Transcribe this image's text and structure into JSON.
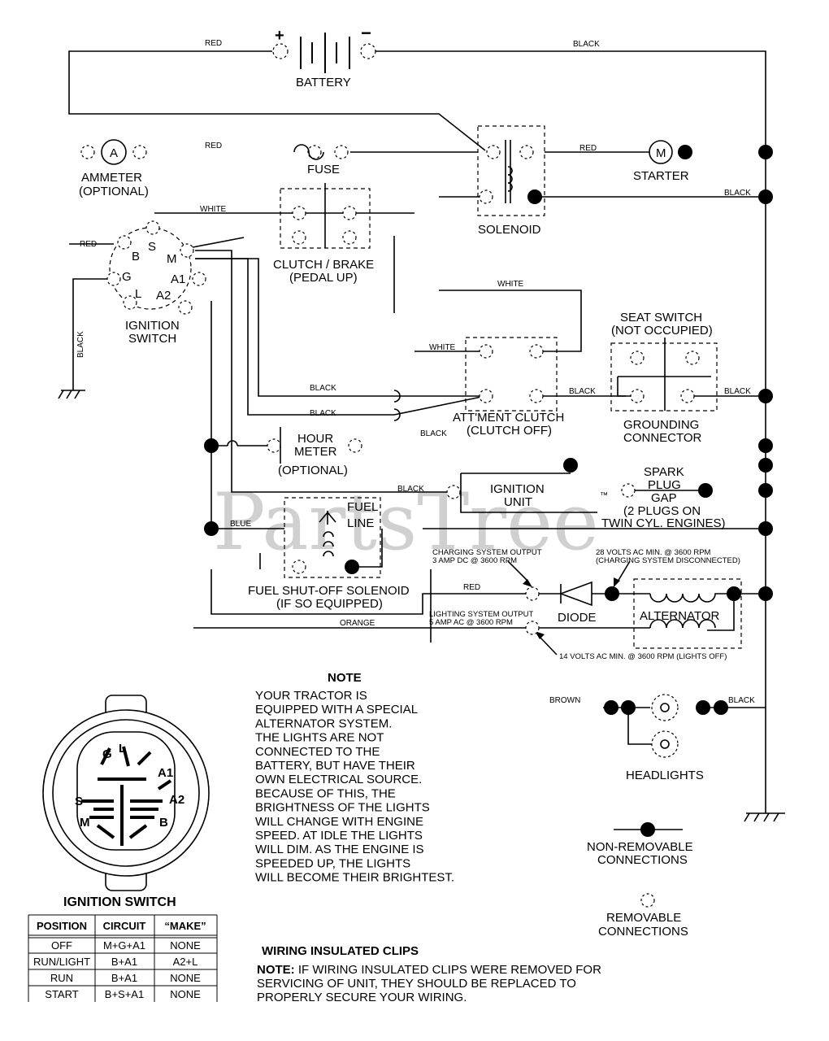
{
  "watermark": {
    "text": "PartsTree",
    "tm": "™"
  },
  "wire_labels": {
    "red_top": "RED",
    "black_top": "BLACK",
    "red_ammeter": "RED",
    "red_solenoid": "RED",
    "black_solenoid": "BLACK",
    "white_ign": "WHITE",
    "red_ign": "RED",
    "black_ground": "BLACK",
    "white_mid": "WHITE",
    "white_clutch": "WHITE",
    "black_1": "BLACK",
    "black_2": "BLACK",
    "black_3": "BLACK",
    "black_seat_l": "BLACK",
    "black_seat_r": "BLACK",
    "black_ign_unit": "BLACK",
    "blue": "BLUE",
    "red_diode": "RED",
    "orange": "ORANGE",
    "brown": "BROWN",
    "black_head": "BLACK"
  },
  "components": {
    "battery": {
      "label": "BATTERY",
      "plus": "+",
      "minus": "−"
    },
    "ammeter": {
      "symbol": "A",
      "label": "AMMETER",
      "sub": "(OPTIONAL)"
    },
    "fuse": {
      "label": "FUSE"
    },
    "solenoid": {
      "label": "SOLENOID"
    },
    "starter": {
      "symbol": "M",
      "label": "STARTER"
    },
    "ignition_switch": {
      "label1": "IGNITION",
      "label2": "SWITCH",
      "terminals": [
        "S",
        "B",
        "M",
        "G",
        "L",
        "A1",
        "A2"
      ]
    },
    "clutch_brake": {
      "label1": "CLUTCH / BRAKE",
      "label2": "(PEDAL UP)"
    },
    "seat_switch": {
      "label1": "SEAT SWITCH",
      "label2": "(NOT OCCUPIED)"
    },
    "attachment_clutch": {
      "label1": "ATT'MENT CLUTCH",
      "label2": "(CLUTCH OFF)"
    },
    "grounding_connector": {
      "label1": "GROUNDING",
      "label2": "CONNECTOR"
    },
    "hour_meter": {
      "label1": "HOUR",
      "label2": "METER",
      "label3": "(OPTIONAL)"
    },
    "ignition_unit": {
      "label1": "IGNITION",
      "label2": "UNIT"
    },
    "spark_plug": {
      "label1": "SPARK",
      "label2": "PLUG",
      "label3": "GAP",
      "label4": "(2 PLUGS ON",
      "label5": "TWIN CYL. ENGINES)"
    },
    "fuel_solenoid": {
      "line1": "FUEL",
      "line2": "LINE",
      "label1": "FUEL SHUT-OFF SOLENOID",
      "label2": "(IF SO EQUIPPED)"
    },
    "diode": {
      "label": "DIODE"
    },
    "alternator": {
      "label": "ALTERNATOR"
    },
    "headlights": {
      "label": "HEADLIGHTS"
    }
  },
  "annotations": {
    "charging1": "CHARGING SYSTEM OUTPUT",
    "charging2": "3 AMP DC @ 3600 RPM",
    "volts28_1": "28 VOLTS AC MIN. @ 3600 RPM",
    "volts28_2": "(CHARGING SYSTEM DISCONNECTED)",
    "lighting1": "LIGHTING SYSTEM OUTPUT",
    "lighting2": "5 AMP AC @ 3600 RPM",
    "volts14": "14 VOLTS AC MIN. @ 3600 RPM (LIGHTS OFF)"
  },
  "note": {
    "title": "NOTE",
    "lines": [
      "YOUR TRACTOR IS",
      "EQUIPPED WITH A SPECIAL",
      "ALTERNATOR SYSTEM.",
      "THE LIGHTS ARE NOT",
      "CONNECTED TO THE",
      "BATTERY, BUT HAVE THEIR",
      "OWN ELECTRICAL SOURCE.",
      "BECAUSE OF THIS, THE",
      "BRIGHTNESS OF THE LIGHTS",
      "WILL CHANGE WITH ENGINE",
      "SPEED.  AT IDLE THE LIGHTS",
      "WILL DIM.  AS THE ENGINE IS",
      "SPEEDED UP, THE LIGHTS",
      "WILL BECOME THEIR BRIGHTEST."
    ]
  },
  "legend": {
    "non_removable1": "NON-REMOVABLE",
    "non_removable2": "CONNECTIONS",
    "removable1": "REMOVABLE",
    "removable2": "CONNECTIONS"
  },
  "switch_face": {
    "letters": [
      "G",
      "L",
      "A1",
      "S",
      "A2",
      "M",
      "B"
    ]
  },
  "switch_table": {
    "title": "IGNITION SWITCH",
    "headers": [
      "POSITION",
      "CIRCUIT",
      "“MAKE”"
    ],
    "rows": [
      [
        "OFF",
        "M+G+A1",
        "NONE"
      ],
      [
        "RUN/LIGHT",
        "B+A1",
        "A2+L"
      ],
      [
        "RUN",
        "B+A1",
        "NONE"
      ],
      [
        "START",
        "B+S+A1",
        "NONE"
      ]
    ]
  },
  "clips": {
    "title": "WIRING INSULATED CLIPS",
    "note_label": "NOTE:",
    "line1": " IF WIRING INSULATED CLIPS WERE REMOVED FOR",
    "line2": "SERVICING OF UNIT, THEY SHOULD BE REPLACED TO",
    "line3": "PROPERLY SECURE YOUR WIRING."
  }
}
